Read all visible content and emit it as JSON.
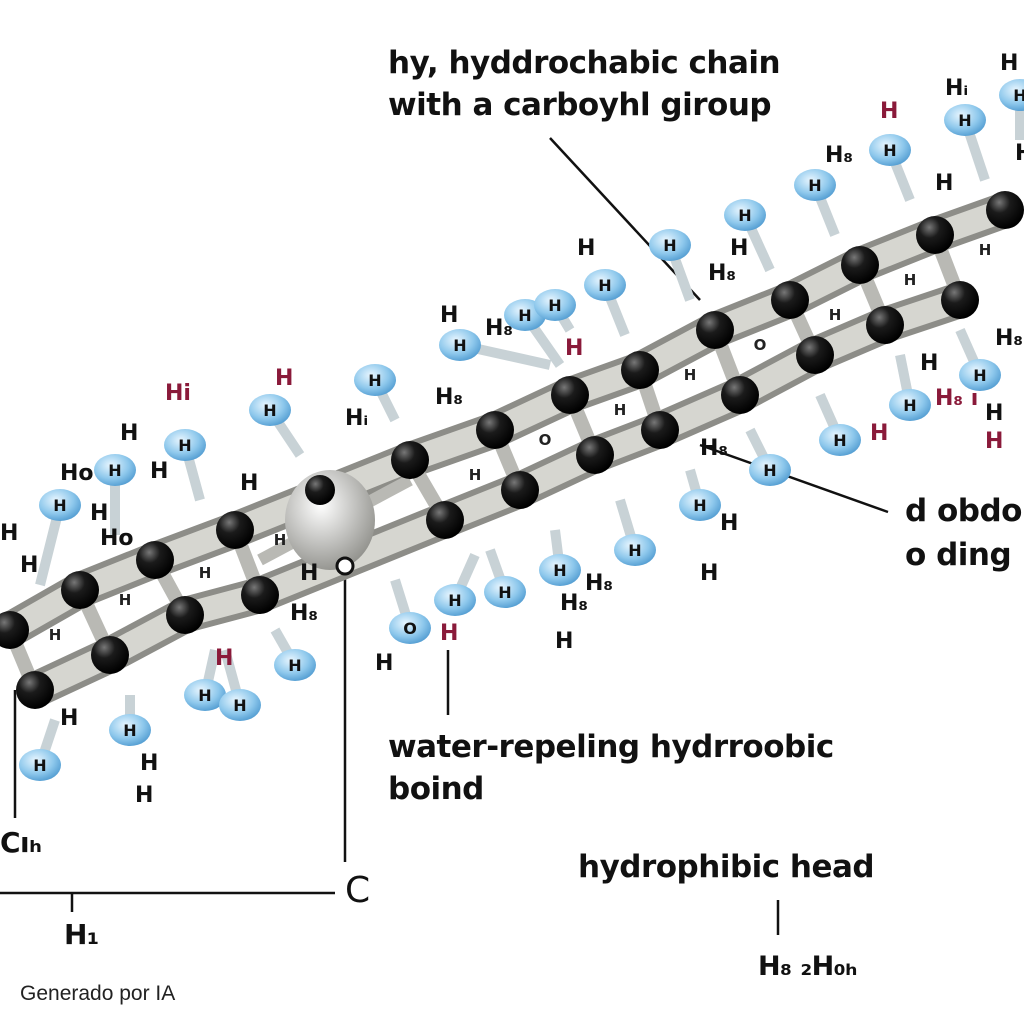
{
  "title": {
    "line1": "hy, hyddrochabic  chain",
    "line2": "with a carboyhl  girou​p"
  },
  "right_label": {
    "line1": "d obdo",
    "line2": "o ding"
  },
  "bond_label": {
    "line1": "water-repeling    hydrroobic",
    "line2": "boind"
  },
  "head_label": "hydrophibic head",
  "head_formula": "H₈ ₂H₀ₕ",
  "carbon_label": "C",
  "left_formula": "Cıₕ",
  "bottom_formula": "H₁",
  "watermark": "Generado por IA",
  "atoms": {
    "hydrogen": "H",
    "oxygen": "O",
    "carbon": "C"
  },
  "scatter_labels": [
    "H",
    "Hi",
    "H",
    "Ho",
    "H",
    "Ho",
    "H",
    "Hᵢ",
    "H₈",
    "H",
    "H₈",
    "H",
    "H",
    "H",
    "H",
    "H",
    "H",
    "H₈",
    "H",
    "H",
    "H₈",
    "H",
    "H",
    "H₈",
    "H",
    "H₈",
    "H",
    "H₈",
    "H",
    "H",
    "H",
    "H",
    "H₈",
    "Hᵢ",
    "H",
    "H₈",
    "H",
    "H₈",
    "H",
    "H",
    "H",
    "H₈ ı",
    "H",
    "H"
  ],
  "colors": {
    "carbon": "#1b1b1b",
    "bond": "#b9b9b4",
    "hydrogen": "#8ec8ec",
    "accent_h": "#8a1a3a"
  }
}
